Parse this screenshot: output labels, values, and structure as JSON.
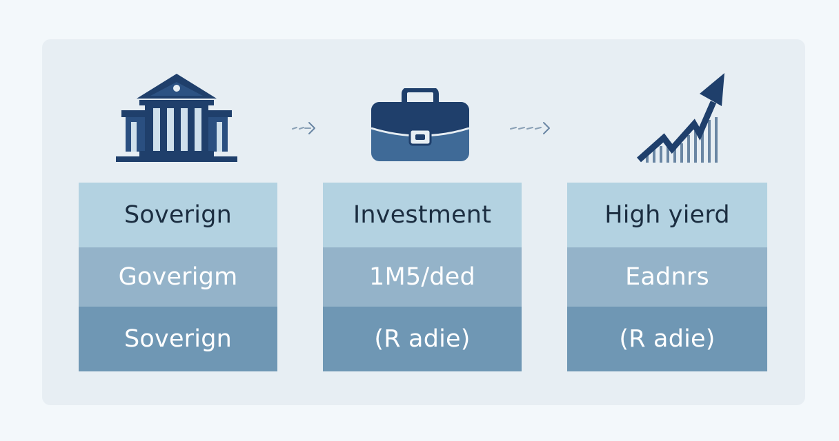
{
  "colors": {
    "icon_navy": "#1f3f6b",
    "row1": "#b3d2e1",
    "row2": "#94b3c9",
    "row3": "#6f97b4",
    "panel": "#e7eef3",
    "background": "#f3f8fb"
  },
  "icons": [
    "bank-icon",
    "briefcase-icon",
    "rising-chart-icon"
  ],
  "columns": [
    {
      "icon": "bank-icon",
      "row1": "Soverign",
      "row2": "Goverigm",
      "row3": "Soverign"
    },
    {
      "icon": "briefcase-icon",
      "row1": "Investment",
      "row2": "1M5/ded",
      "row3": "(R adie)"
    },
    {
      "icon": "rising-chart-icon",
      "row1": "High yierd",
      "row2": "Eadnrs",
      "row3": "(R adie)"
    }
  ]
}
